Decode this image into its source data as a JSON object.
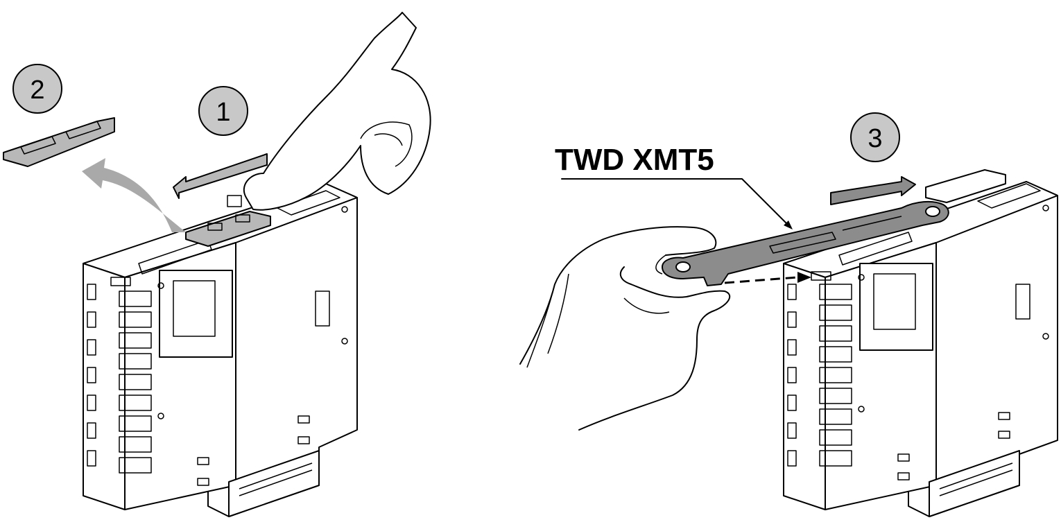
{
  "steps": {
    "one": "1",
    "two": "2",
    "three": "3"
  },
  "part_label": "TWD XMT5",
  "colors": {
    "circle_fill": "#c8c8c8",
    "arrow_fill": "#8c8c8c",
    "arrow_light": "#a9a9a9",
    "line": "#000000"
  }
}
